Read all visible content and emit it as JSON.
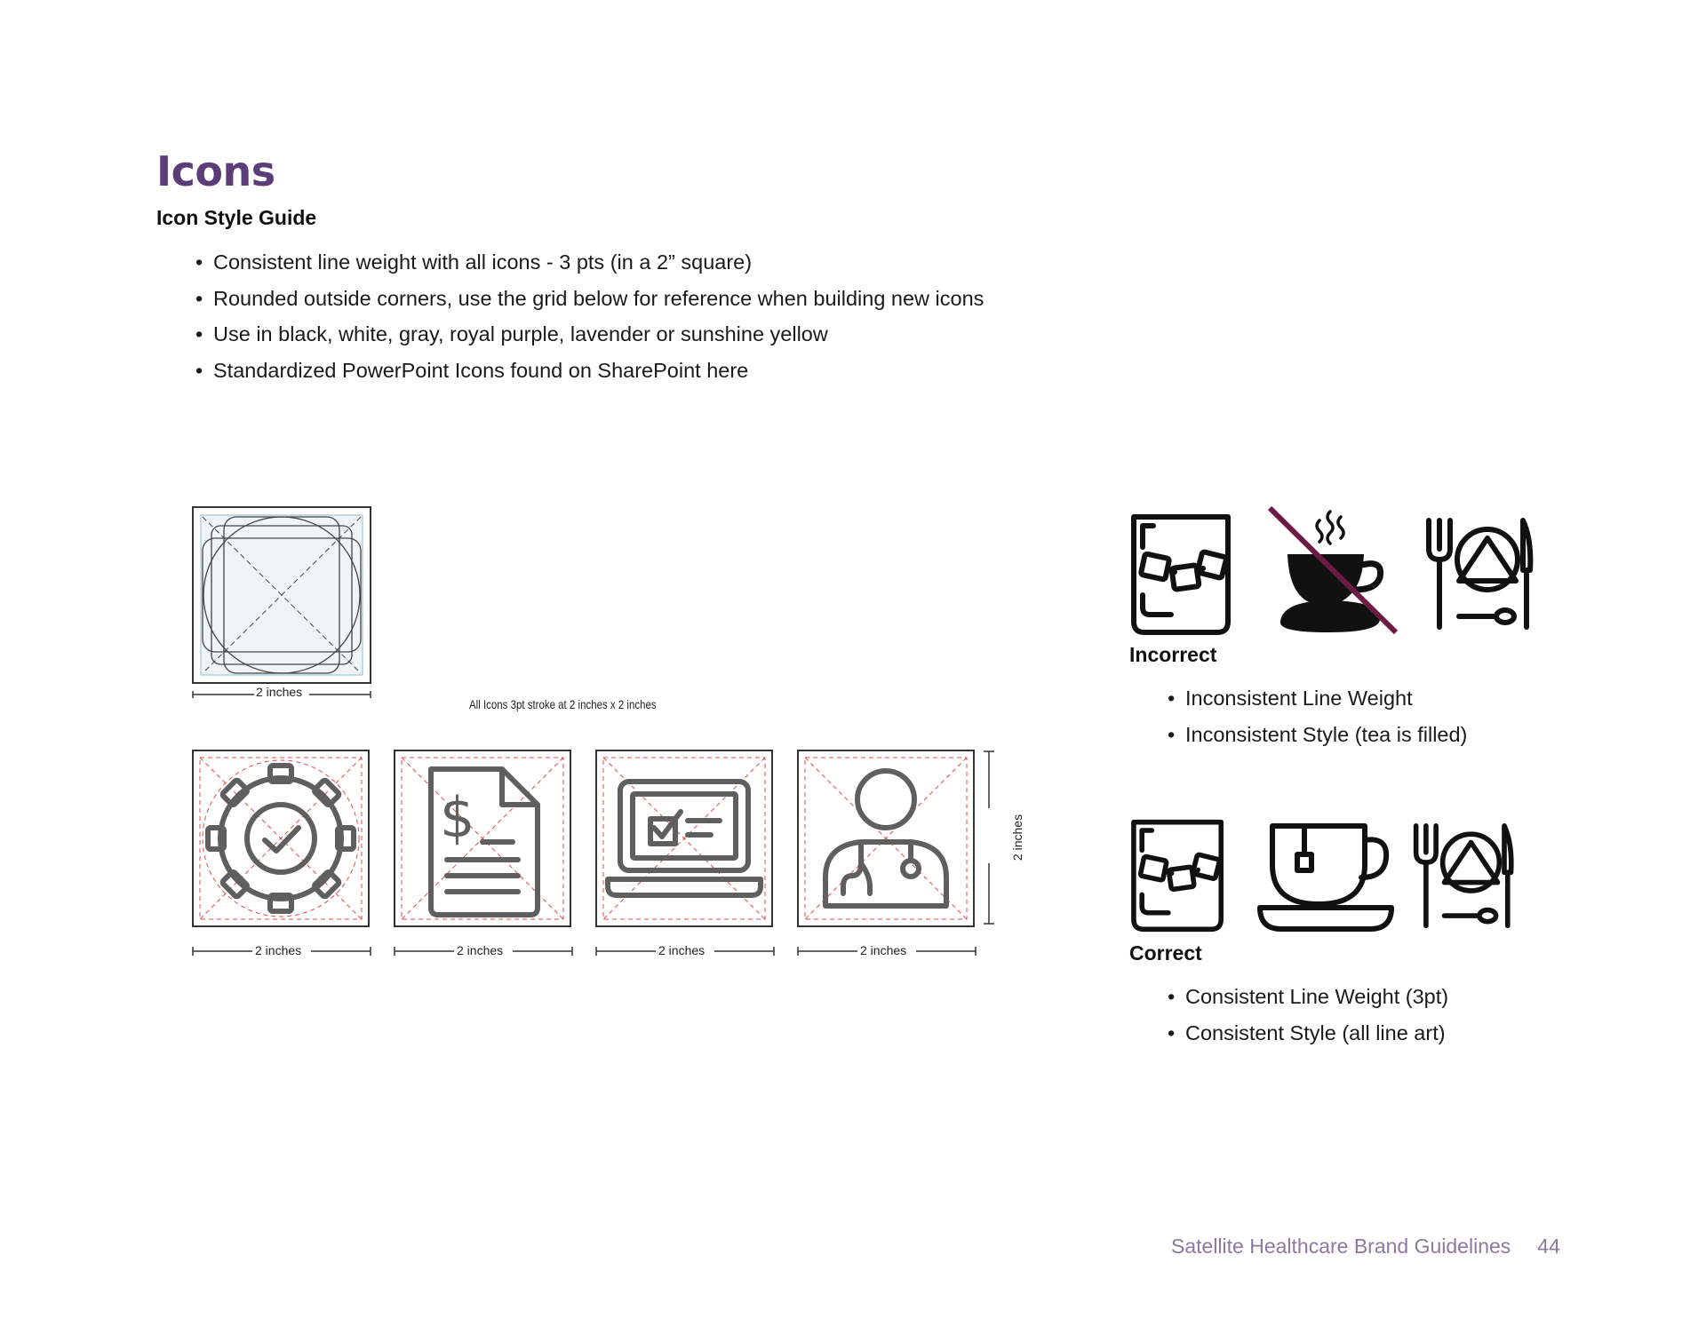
{
  "page": {
    "title": "Icons",
    "subtitle": "Icon Style Guide",
    "bullets": [
      "Consistent line weight with all icons - 3 pts (in a 2” square)",
      "Rounded outside corners, use the grid below for reference when building new icons",
      "Use in black, white, gray, royal purple, lavender or sunshine yellow",
      "Standardized PowerPoint Icons found on SharePoint here"
    ]
  },
  "grid": {
    "caption": "All Icons 3pt stroke at 2 inches x 2 inches",
    "dimension_label": "2 inches",
    "icons": [
      "gear-check-icon",
      "invoice-dollar-icon",
      "laptop-checklist-icon",
      "doctor-icon"
    ]
  },
  "comparison": {
    "incorrect": {
      "label": "Incorrect",
      "bullets": [
        "Inconsistent Line Weight",
        "Inconsistent Style (tea is filled)"
      ]
    },
    "correct": {
      "label": "Correct",
      "bullets": [
        "Consistent Line Weight (3pt)",
        "Consistent Style (all line art)"
      ]
    },
    "icons": [
      "ice-glass-icon",
      "tea-cup-icon",
      "place-setting-icon"
    ]
  },
  "footer": {
    "text": "Satellite Healthcare Brand Guidelines",
    "page_number": "44"
  },
  "colors": {
    "title": "#5b3d78",
    "footer": "#8a7aa0",
    "strike": "#6d1a45",
    "grid_guides": "#e04a4a",
    "icon_gray": "#5f5f5f"
  }
}
